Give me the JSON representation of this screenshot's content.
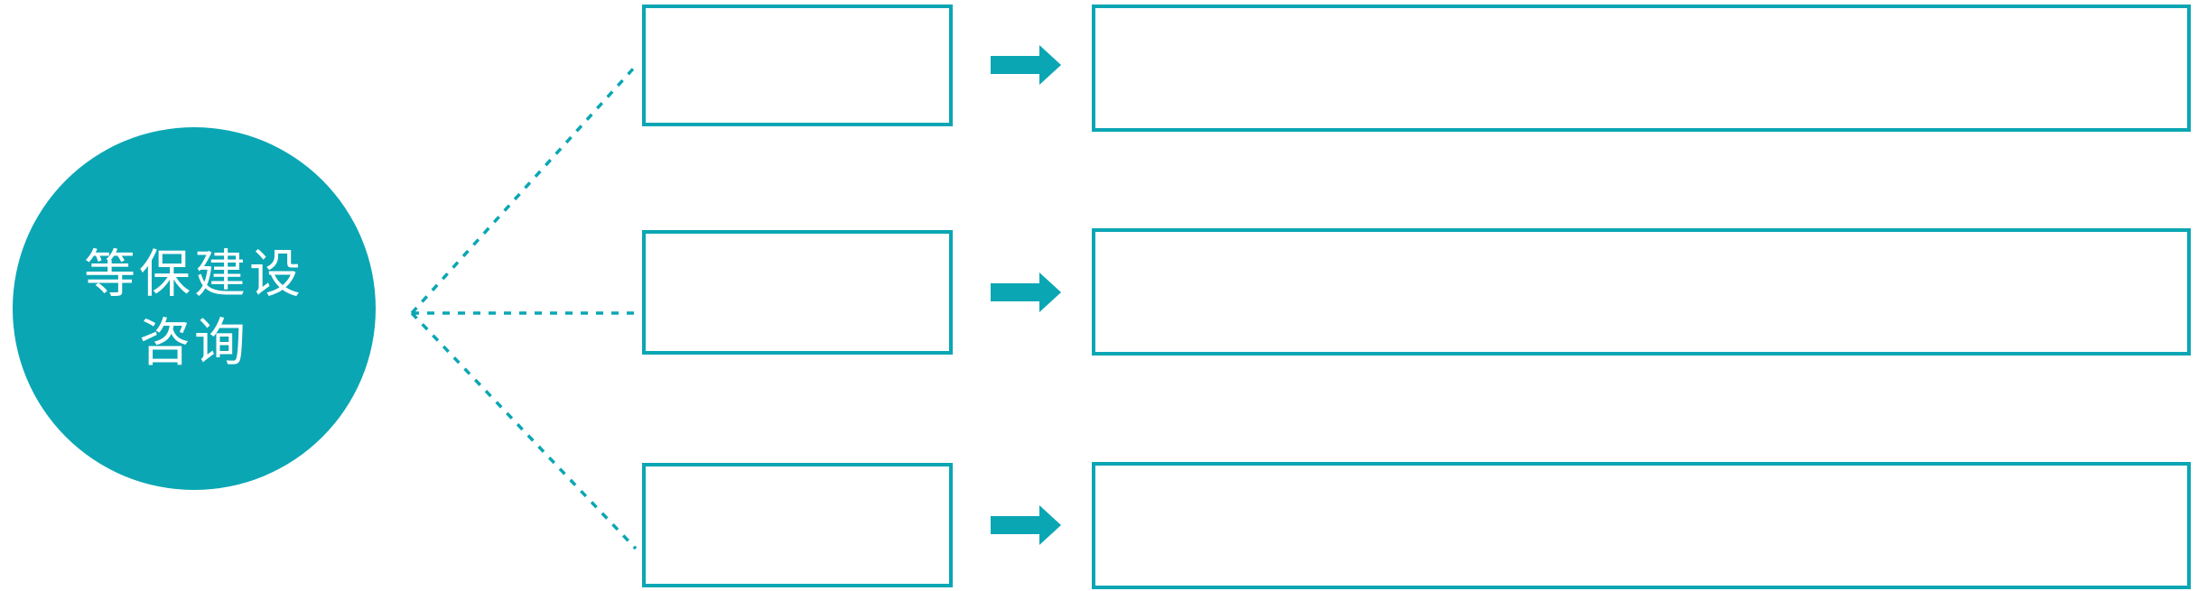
{
  "colors": {
    "teal": "#0aa6b4",
    "canvas_background": "#ffffff",
    "circle_text_color": "#ffffff"
  },
  "circle": {
    "label_line1": "等保建设",
    "label_line2": "咨询"
  },
  "rows": [
    {
      "small_box_text": "",
      "large_box_text": ""
    },
    {
      "small_box_text": "",
      "large_box_text": ""
    },
    {
      "small_box_text": "",
      "large_box_text": ""
    }
  ],
  "icons": {
    "connector_arrow": "right-block-arrow"
  }
}
